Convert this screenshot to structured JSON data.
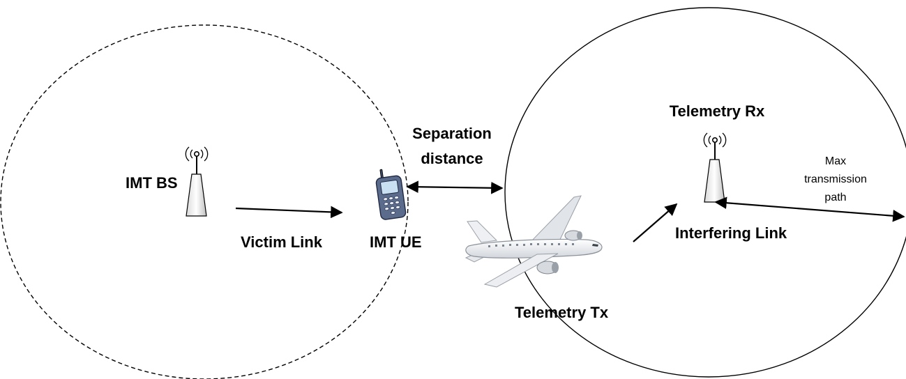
{
  "labels": {
    "imt_bs": "IMT BS",
    "victim_link": "Victim Link",
    "imt_ue": "IMT UE",
    "separation_line1": "Separation",
    "separation_line2": "distance",
    "telemetry_rx": "Telemetry Rx",
    "max_line1": "Max",
    "max_line2": "transmission",
    "max_line3": "path",
    "interfering_link": "Interfering Link",
    "telemetry_tx": "Telemetry Tx"
  },
  "colors": {
    "stroke": "#000000",
    "tower_fill": "#f2f2f2",
    "phone_body": "#5b6b8c",
    "phone_screen": "#c9e0f2",
    "aircraft_body": "#f4f5f7",
    "aircraft_shade": "#c8ccd2"
  },
  "icons": {
    "base_station": "antenna-tower-icon",
    "user_equipment": "mobile-phone-icon",
    "telemetry_receiver": "antenna-tower-icon",
    "aircraft": "airplane-icon"
  }
}
